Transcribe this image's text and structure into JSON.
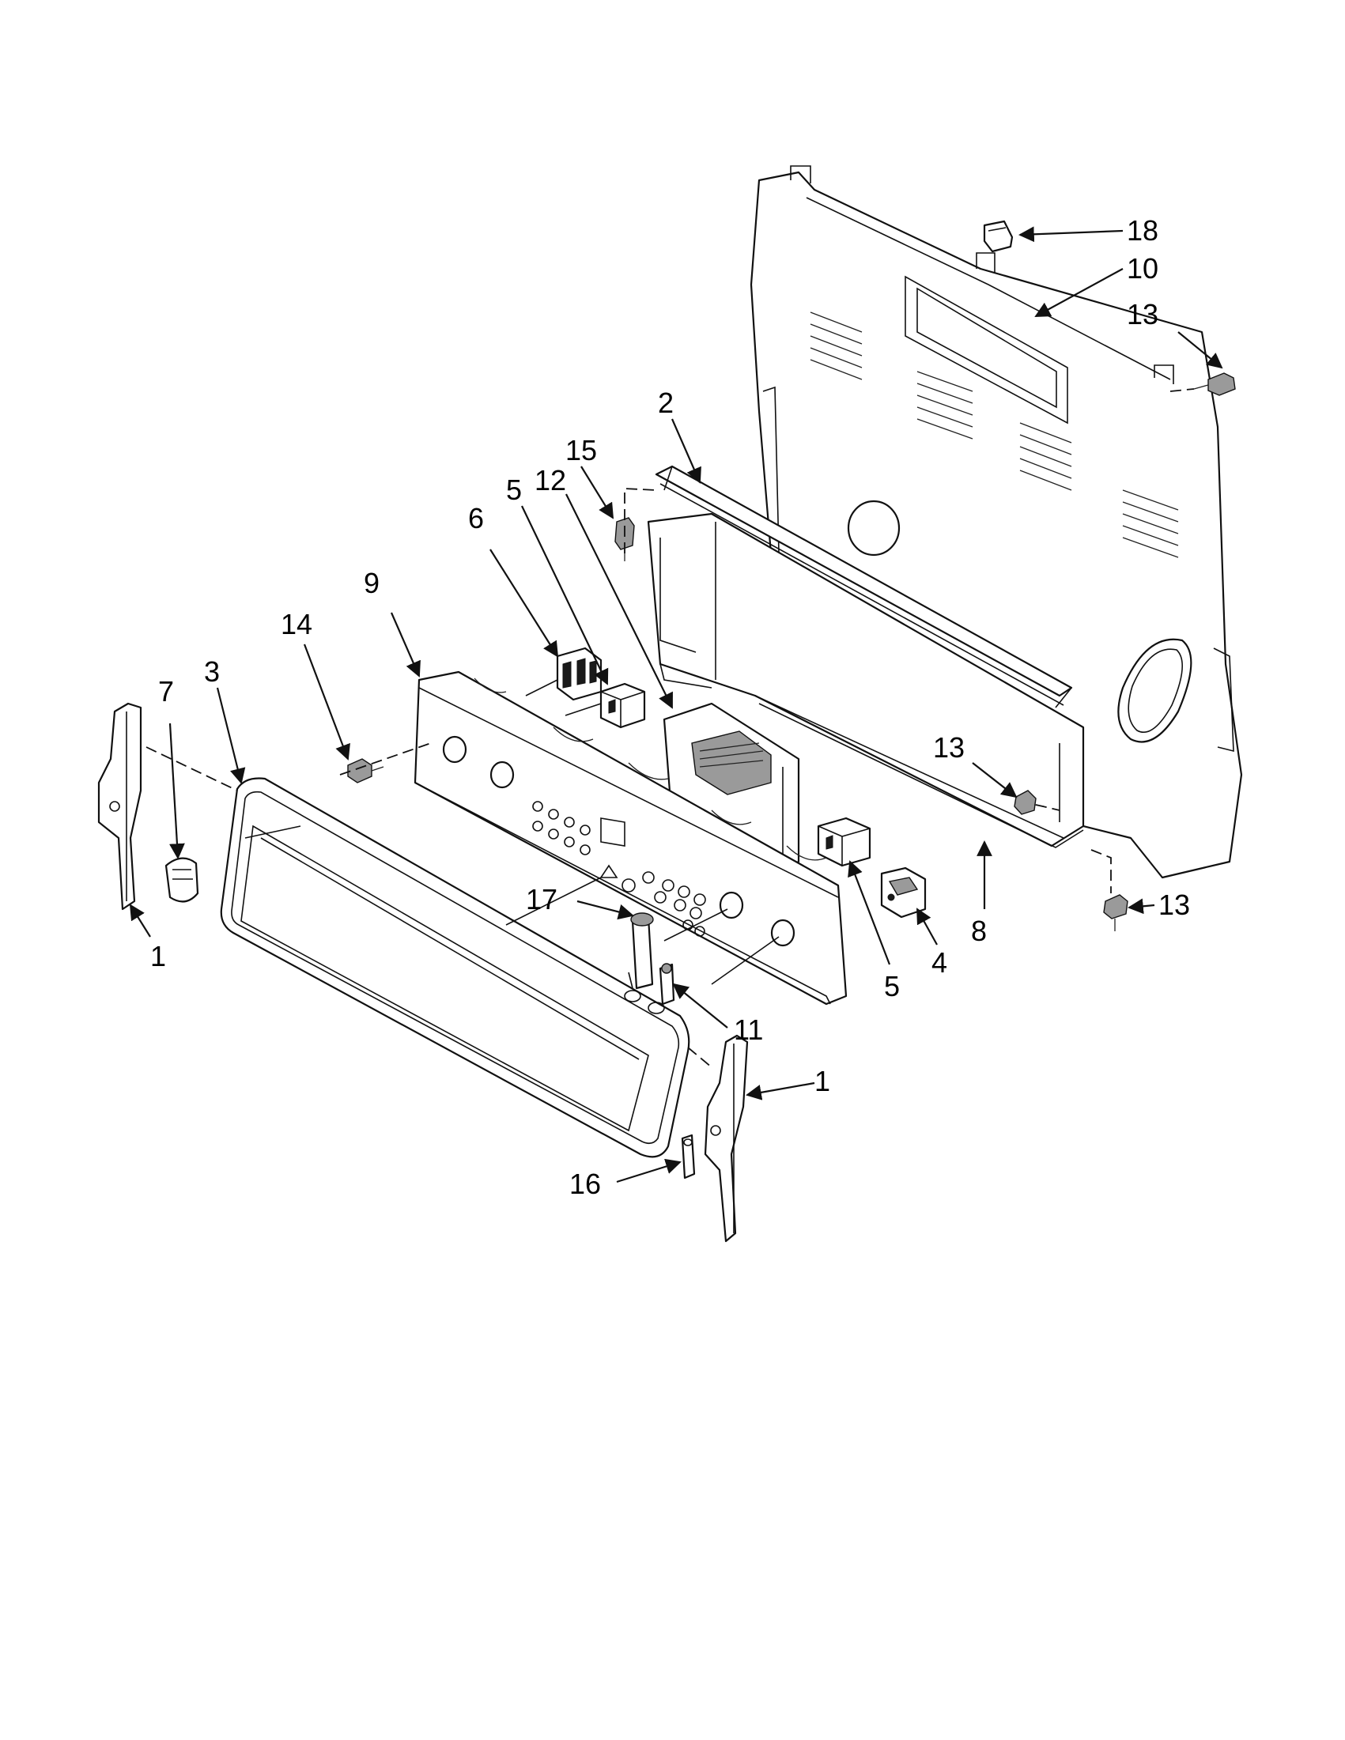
{
  "colors": {
    "line": "#111111",
    "background": "#ffffff"
  },
  "callouts": {
    "c18": "18",
    "c10": "10",
    "c13a": "13",
    "c2": "2",
    "c15": "15",
    "c12": "12",
    "c5a": "5",
    "c6": "6",
    "c9": "9",
    "c14": "14",
    "c3": "3",
    "c7": "7",
    "c13b": "13",
    "c13c": "13",
    "c8": "8",
    "c4": "4",
    "c5b": "5",
    "c17": "17",
    "c11": "11",
    "c1a": "1",
    "c1b": "1",
    "c16": "16"
  }
}
